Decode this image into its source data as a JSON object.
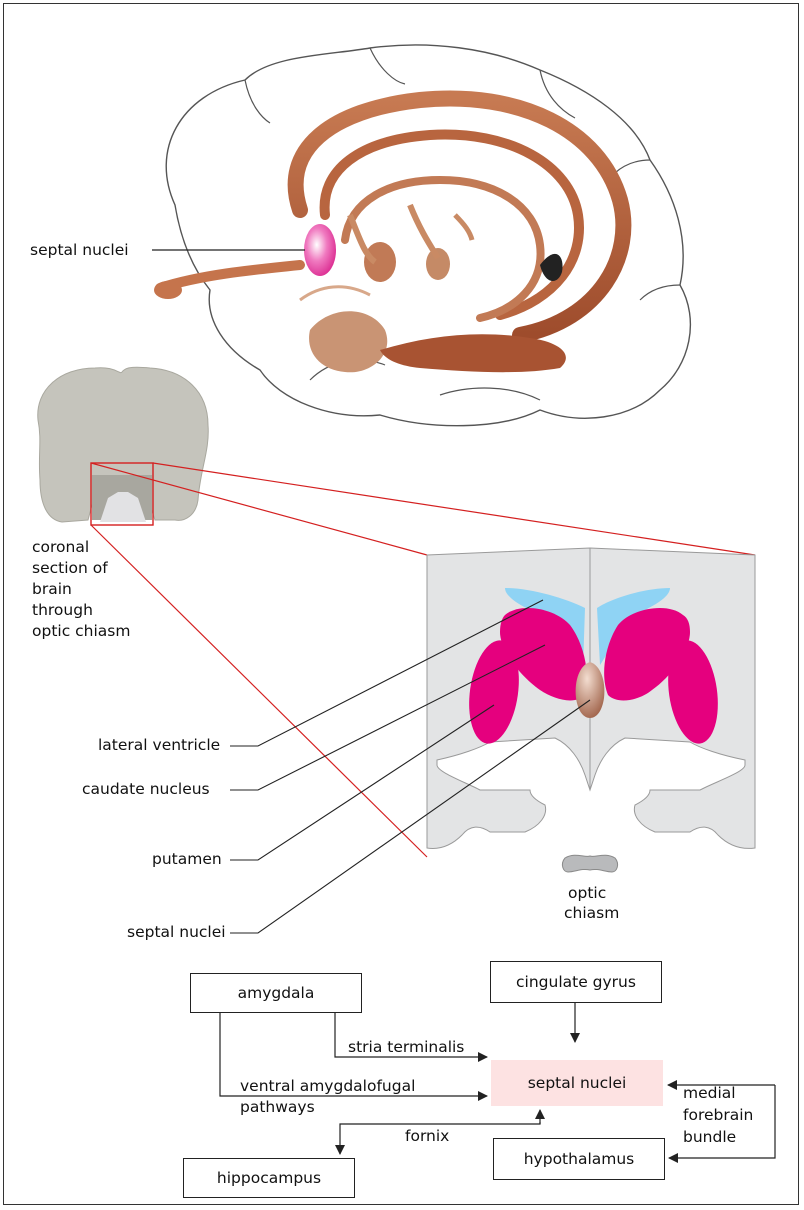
{
  "sagittal": {
    "label_septal": "septal nuclei"
  },
  "coronal_thumb": {
    "caption_lines": [
      "coronal",
      "section of",
      "brain",
      "through",
      "optic chiasm"
    ]
  },
  "coronal_detail": {
    "labels": {
      "lateral_ventricle": "lateral ventricle",
      "caudate_nucleus": "caudate nucleus",
      "putamen": "putamen",
      "septal_nuclei": "septal nuclei"
    },
    "optic_chiasm_lines": [
      "optic",
      "chiasm"
    ]
  },
  "flow": {
    "amygdala": "amygdala",
    "cingulate_gyrus": "cingulate gyrus",
    "septal_nuclei": "septal nuclei",
    "hippocampus": "hippocampus",
    "hypothalamus": "hypothalamus",
    "stria_terminalis": "stria terminalis",
    "ventral_pathways_lines": [
      "ventral amygdalofugal",
      "pathways"
    ],
    "fornix": "fornix",
    "mfb_lines": [
      "medial",
      "forebrain",
      "bundle"
    ]
  },
  "colors": {
    "brain_tract": "#b5603a",
    "septal_pink": "#e6409a",
    "nucleus_magenta": "#e5007e",
    "ventricle_blue": "#8fd3f4",
    "section_gray": "#e3e4e5",
    "highlight_red": "#d42020",
    "septal_box_fill": "#fde2e2"
  }
}
